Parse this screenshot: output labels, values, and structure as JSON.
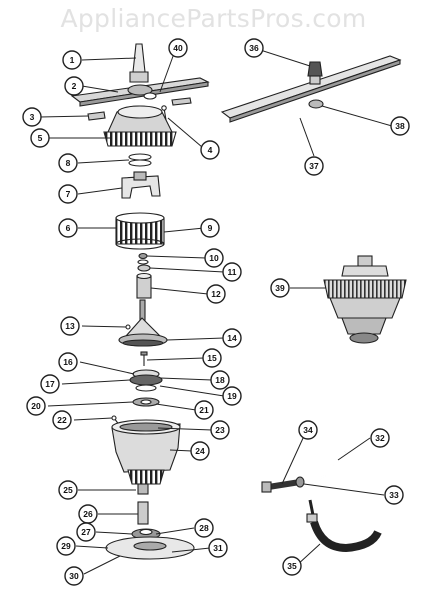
{
  "watermark": "AppliancePartsPros.com",
  "callouts": [
    {
      "id": "c1",
      "label": "1"
    },
    {
      "id": "c2",
      "label": "2"
    },
    {
      "id": "c3",
      "label": "3"
    },
    {
      "id": "c4",
      "label": "4"
    },
    {
      "id": "c5",
      "label": "5"
    },
    {
      "id": "c6",
      "label": "6"
    },
    {
      "id": "c7",
      "label": "7"
    },
    {
      "id": "c8",
      "label": "8"
    },
    {
      "id": "c9",
      "label": "9"
    },
    {
      "id": "c10",
      "label": "10"
    },
    {
      "id": "c11",
      "label": "11"
    },
    {
      "id": "c12",
      "label": "12"
    },
    {
      "id": "c13",
      "label": "13"
    },
    {
      "id": "c14",
      "label": "14"
    },
    {
      "id": "c15",
      "label": "15"
    },
    {
      "id": "c16",
      "label": "16"
    },
    {
      "id": "c17",
      "label": "17"
    },
    {
      "id": "c18",
      "label": "18"
    },
    {
      "id": "c19",
      "label": "19"
    },
    {
      "id": "c20",
      "label": "20"
    },
    {
      "id": "c21",
      "label": "21"
    },
    {
      "id": "c22",
      "label": "22"
    },
    {
      "id": "c23",
      "label": "23"
    },
    {
      "id": "c24",
      "label": "24"
    },
    {
      "id": "c25",
      "label": "25"
    },
    {
      "id": "c26",
      "label": "26"
    },
    {
      "id": "c27",
      "label": "27"
    },
    {
      "id": "c28",
      "label": "28"
    },
    {
      "id": "c29",
      "label": "29"
    },
    {
      "id": "c30",
      "label": "30"
    },
    {
      "id": "c31",
      "label": "31"
    },
    {
      "id": "c32",
      "label": "32"
    },
    {
      "id": "c33",
      "label": "33"
    },
    {
      "id": "c34",
      "label": "34"
    },
    {
      "id": "c35",
      "label": "35"
    },
    {
      "id": "c36",
      "label": "36"
    },
    {
      "id": "c37",
      "label": "37"
    },
    {
      "id": "c38",
      "label": "38"
    },
    {
      "id": "c39",
      "label": "39"
    },
    {
      "id": "c40",
      "label": "40"
    }
  ]
}
